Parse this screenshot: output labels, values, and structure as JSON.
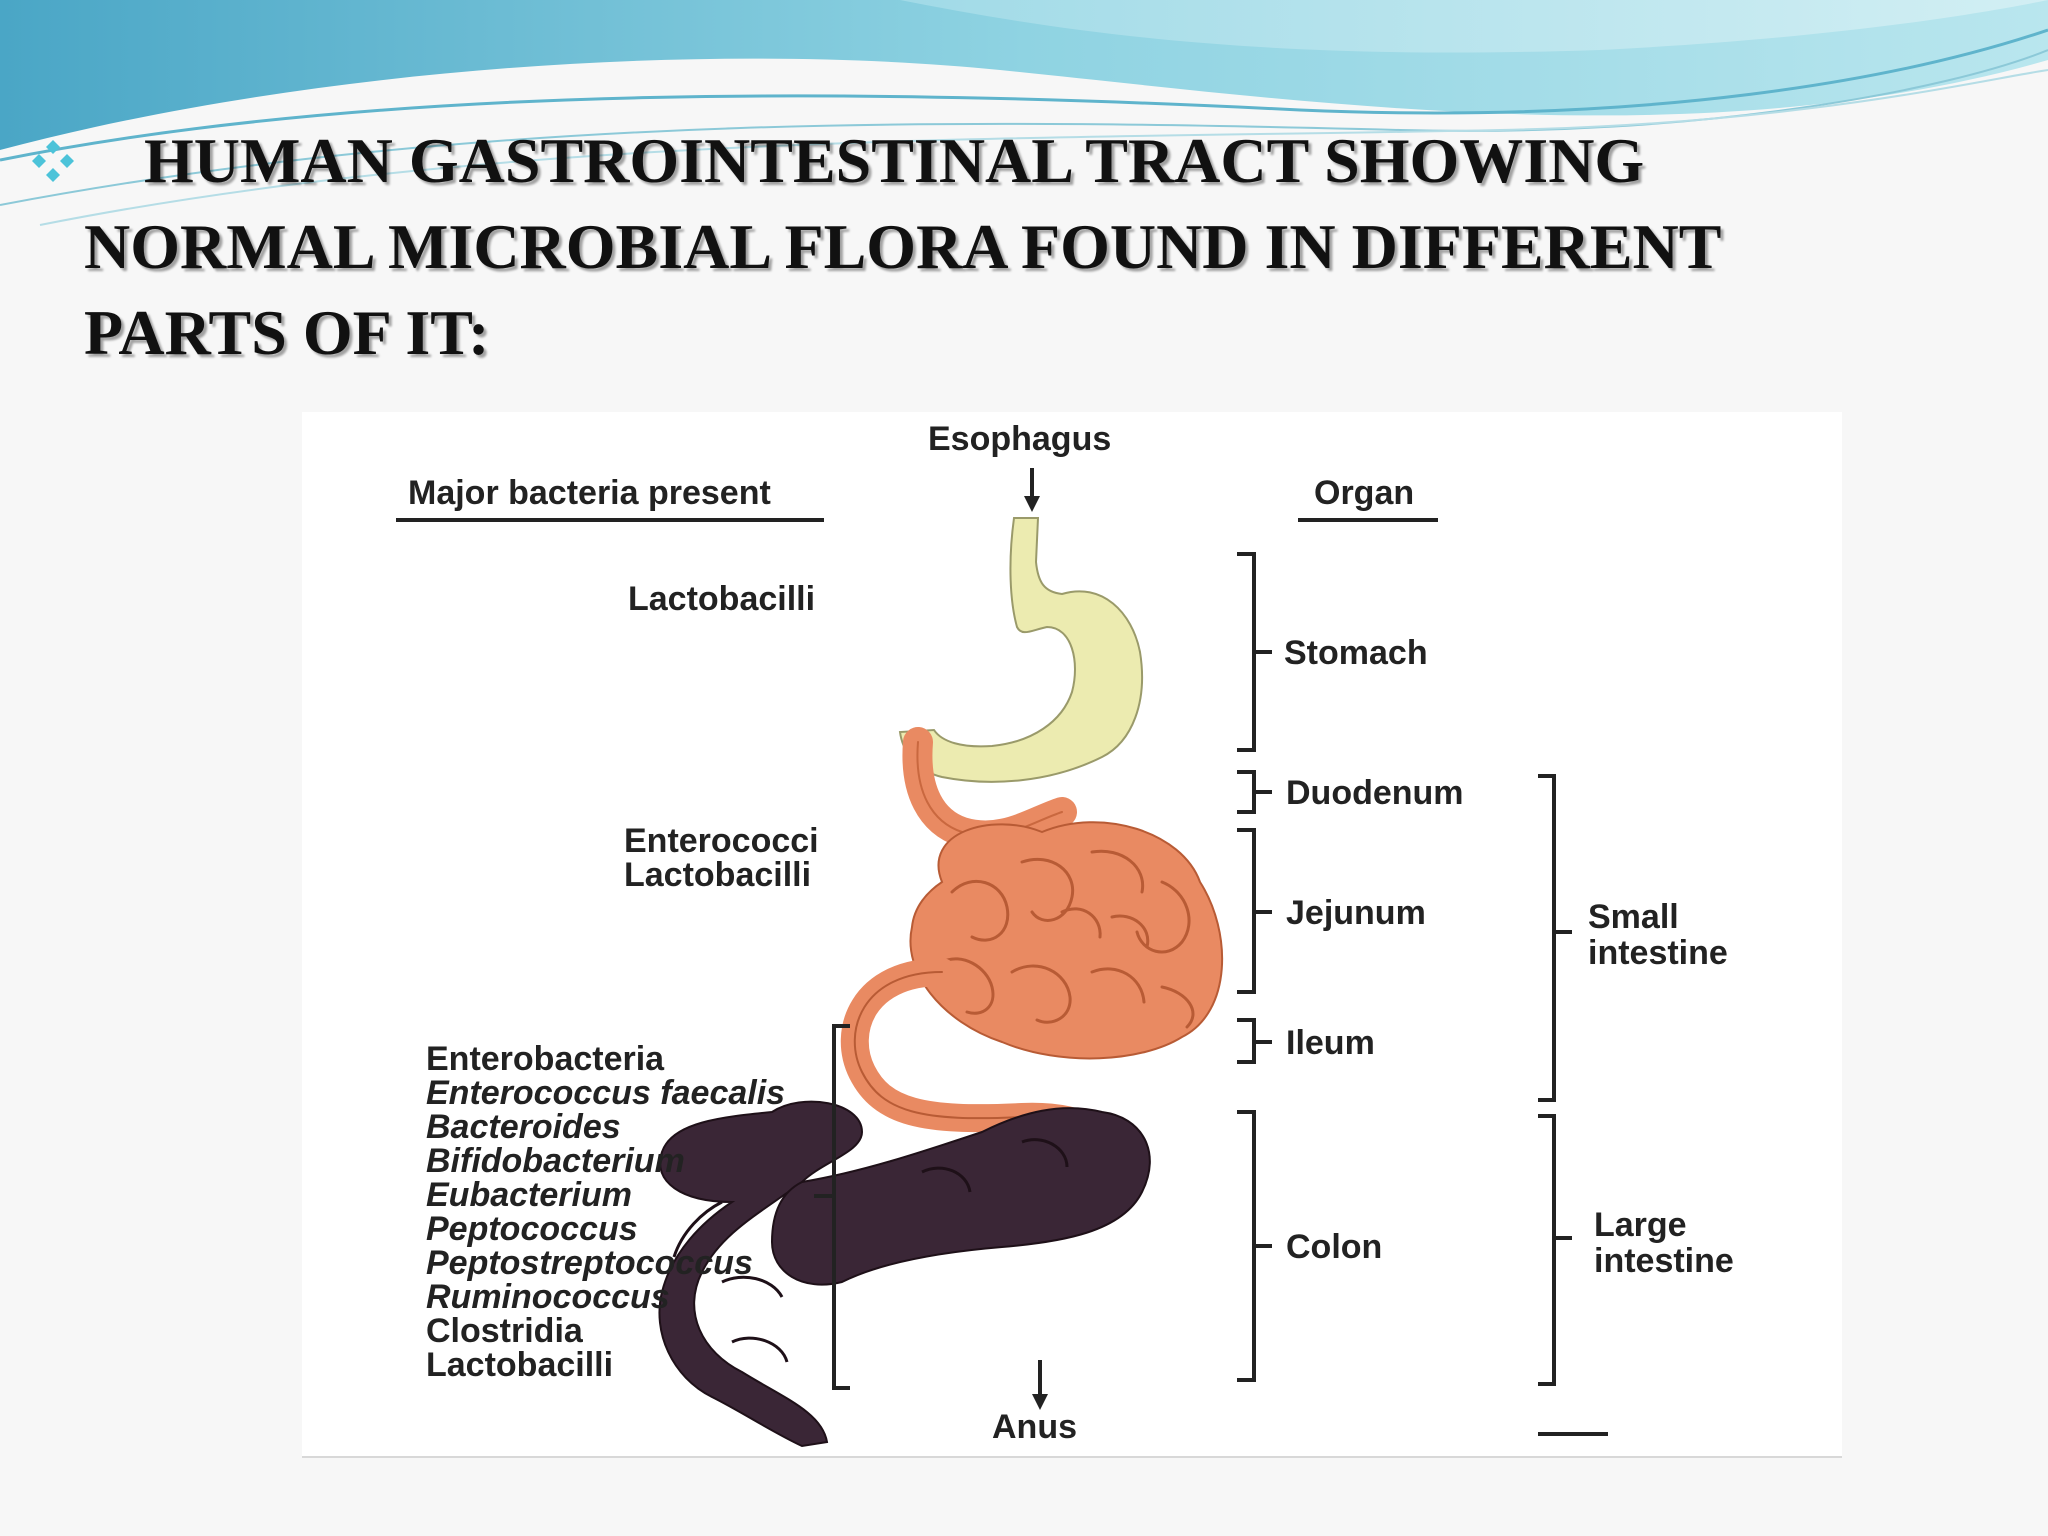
{
  "title": {
    "line1": "HUMAN GASTROINTESTINAL TRACT SHOWING",
    "line2": "NORMAL MICROBIAL FLORA FOUND IN DIFFERENT",
    "line3": "PARTS OF IT:"
  },
  "diagram": {
    "header_bacteria": "Major bacteria present",
    "header_organ": "Organ",
    "esophagus": "Esophagus",
    "anus": "Anus",
    "bacteria": {
      "stomach": [
        "Lactobacilli"
      ],
      "small_intestine": [
        "Enterococci",
        "Lactobacilli"
      ],
      "colon": [
        {
          "name": "Enterobacteria",
          "italic": false
        },
        {
          "name": "Enterococcus faecalis",
          "italic": true
        },
        {
          "name": "Bacteroides",
          "italic": true
        },
        {
          "name": "Bifidobacterium",
          "italic": true
        },
        {
          "name": "Eubacterium",
          "italic": true
        },
        {
          "name": "Peptococcus",
          "italic": true
        },
        {
          "name": "Peptostreptococcus",
          "italic": true
        },
        {
          "name": "Ruminococcus",
          "italic": true
        },
        {
          "name": "Clostridia",
          "italic": false
        },
        {
          "name": "Lactobacilli",
          "italic": false
        }
      ]
    },
    "organs": {
      "stomach": "Stomach",
      "duodenum": "Duodenum",
      "jejunum": "Jejunum",
      "ileum": "Ileum",
      "colon": "Colon"
    },
    "groups": {
      "small_line1": "Small",
      "small_line2": "intestine",
      "large_line1": "Large",
      "large_line2": "intestine"
    }
  },
  "colors": {
    "stomach": "#ecebb0",
    "small_intestine": "#e98a62",
    "colon": "#3a2636",
    "header_wave": "#7cc6d8"
  }
}
